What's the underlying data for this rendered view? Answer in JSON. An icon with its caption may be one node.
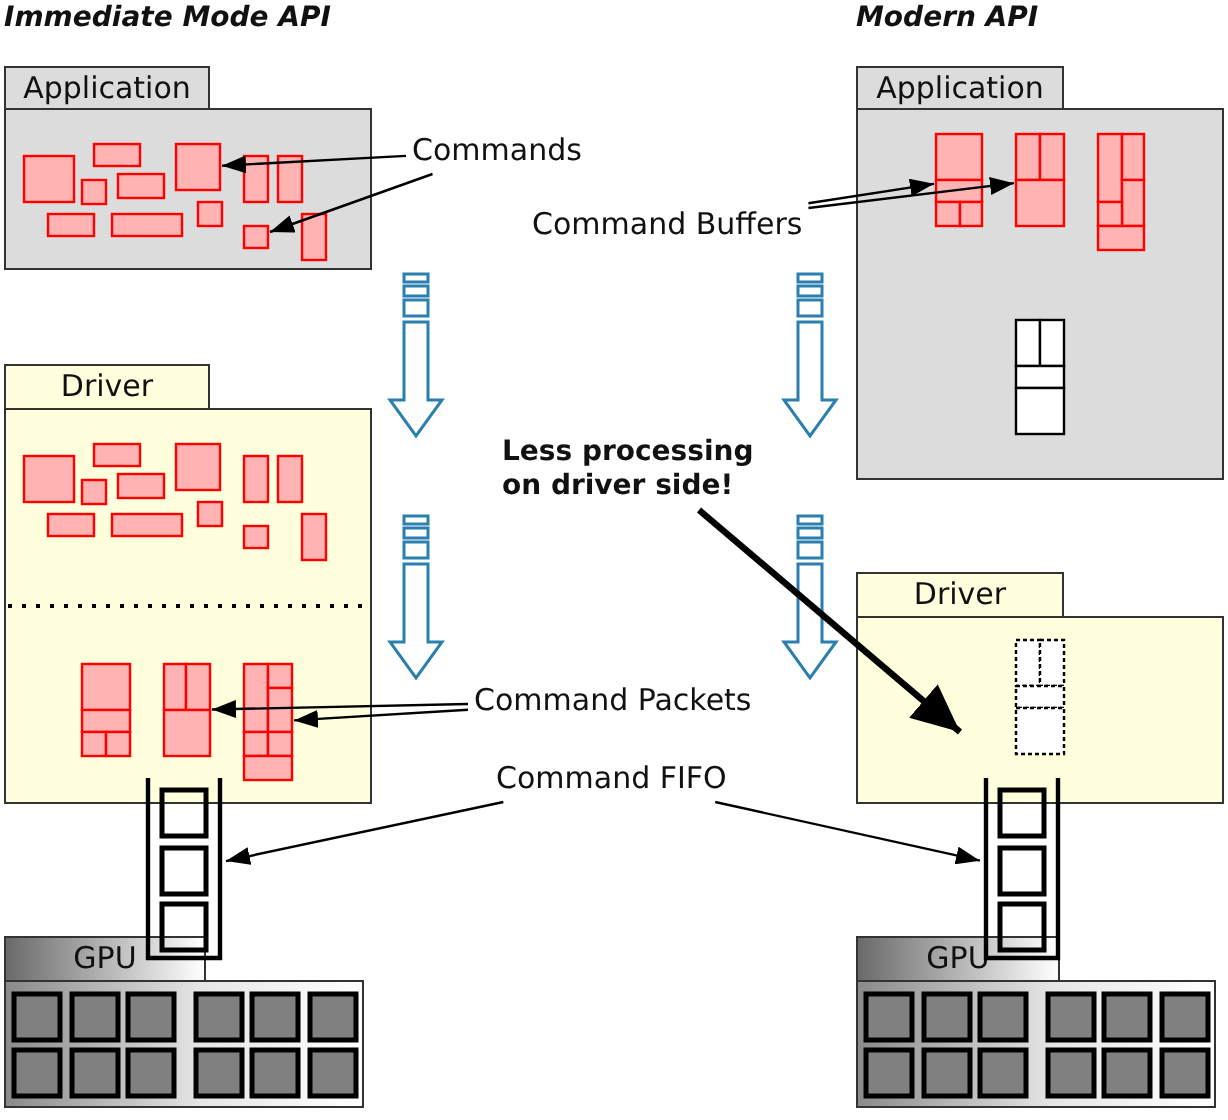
{
  "diagram": {
    "nodes": [
      {
        "text": [
          "Application"
        ]
      },
      {
        "text": [],
        "shape": "box",
        "in": 0
      },
      {
        "text": [],
        "shape": "box",
        "in": 0
      },
      {
        "text": [
          "Commands"
        ]
      },
      {
        "text": [
          "Application"
        ]
      },
      {
        "text": [],
        "shape": "box",
        "in": 4
      },
      {
        "text": [],
        "shape": "box",
        "in": 4
      },
      {
        "text": [
          "Command Buffers"
        ]
      },
      {
        "text": [
          "Driver"
        ]
      },
      {
        "text": [],
        "shape": "box",
        "in": 8
      },
      {
        "text": [],
        "shape": "box",
        "in": 8
      },
      {
        "text": [
          "Command Packets"
        ]
      },
      {
        "text": [
          "Less processing on driver side!"
        ]
      },
      {
        "text": [
          "Driver"
        ]
      },
      {
        "text": [
          "Command FIFO"
        ]
      },
      {
        "text": [],
        "shape": "box"
      },
      {
        "text": [],
        "shape": "box"
      },
      {
        "text": [
          "GPU"
        ]
      },
      {
        "text": [
          "GPU"
        ]
      }
    ],
    "edges": [
      {
        "from": 3,
        "to": 1,
        "arrow": "to"
      },
      {
        "from": 3,
        "to": 2,
        "arrow": "to"
      },
      {
        "from": 7,
        "to": 5,
        "arrow": "to"
      },
      {
        "from": 7,
        "to": 6,
        "arrow": "to"
      },
      {
        "from": 11,
        "to": 10,
        "arrow": "to"
      },
      {
        "from": 11,
        "to": 9,
        "arrow": "to"
      },
      {
        "from": 12,
        "to": 13,
        "arrow": "to",
        "style": "thick"
      },
      {
        "from": 14,
        "to": 15,
        "arrow": "to"
      },
      {
        "from": 14,
        "to": 16,
        "arrow": "to"
      }
    ],
    "labels": [
      "Immediate Mode API",
      "Modern API"
    ]
  }
}
